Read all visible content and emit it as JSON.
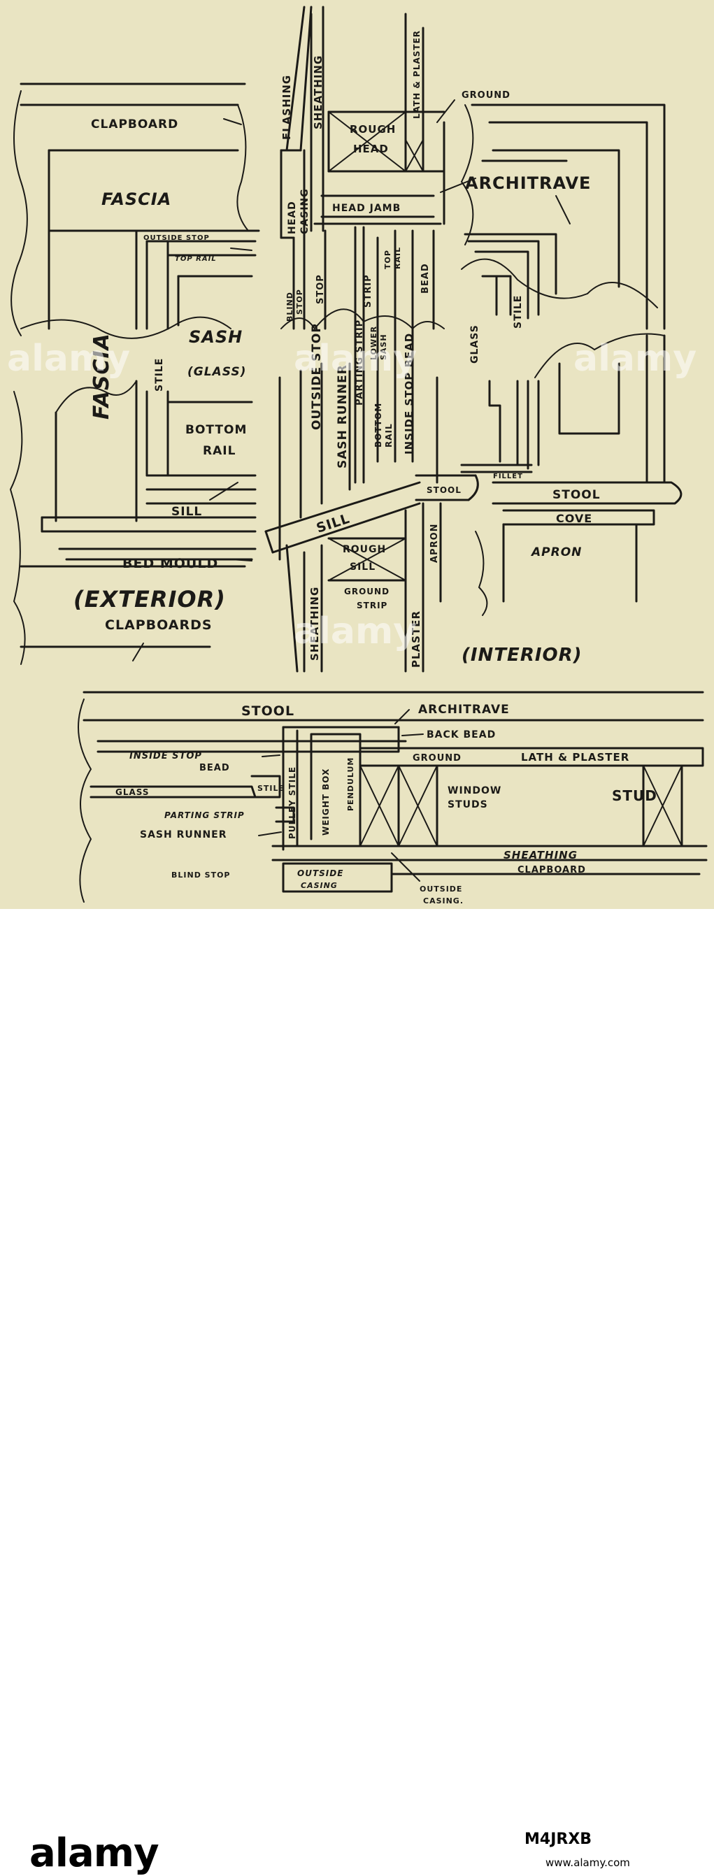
{
  "exterior_elevation": {
    "clapboard": "CLAPBOARD",
    "fascia": "FASCIA",
    "outside_stop": "OUTSIDE STOP",
    "top_rail": "TOP RAIL",
    "fascia_side": "FASCIA",
    "stile": "STILE",
    "sash": "SASH",
    "glass": "(GLASS)",
    "bottom_rail_1": "BOTTOM",
    "bottom_rail_2": "RAIL",
    "sill": "SILL",
    "bed_mould": "BED MOULD",
    "caption": "(EXTERIOR)",
    "clapboards": "CLAPBOARDS"
  },
  "vertical_section": {
    "flashing": "FLASHING",
    "sheathing": "SHEATHING",
    "lath_plaster": "LATH & PLASTER",
    "rough_head_1": "ROUGH",
    "rough_head_2": "HEAD",
    "head_casing_1": "HEAD",
    "head_casing_2": "CASING",
    "head_jamb": "HEAD JAMB",
    "blind_stop_1": "BLIND",
    "blind_stop_2": "STOP",
    "stop": "STOP",
    "parting_strip": "STRIP",
    "top_rail_1": "TOP",
    "top_rail_2": "RAIL",
    "bead": "BEAD",
    "outside_stop": "OUTSIDE STOP",
    "sash_runner": "SASH RUNNER",
    "parting_strip_full": "PARTING STRIP",
    "lower_sash_1": "LOWER",
    "lower_sash_2": "SASH",
    "bottom_rail_1": "BOTTOM",
    "bottom_rail_2": "RAIL",
    "inside_stop_bead": "INSIDE STOP BEAD",
    "stool": "STOOL",
    "sill": "SILL",
    "rough_sill_1": "ROUGH",
    "rough_sill_2": "SILL",
    "apron": "APRON",
    "ground_strip_1": "GROUND",
    "ground_strip_2": "STRIP",
    "sheathing_lower": "SHEATHING",
    "plaster": "PLASTER"
  },
  "interior_elevation": {
    "ground": "GROUND",
    "architrave": "ARCHITRAVE",
    "glass": "GLASS",
    "stile": "STILE",
    "fillet": "FILLET",
    "stool": "STOOL",
    "cove": "COVE",
    "apron": "APRON",
    "caption": "(INTERIOR)"
  },
  "plan_section": {
    "stool": "STOOL",
    "architrave": "ARCHITRAVE",
    "back_bead": "BACK BEAD",
    "inside_stop_bead_1": "INSIDE STOP",
    "inside_stop_bead_2": "BEAD",
    "pulley_stile": "PULLEY STILE",
    "weight_box": "WEIGHT BOX",
    "pendulum": "PENDULUM",
    "ground": "GROUND",
    "lath_plaster": "LATH & PLASTER",
    "glass": "GLASS",
    "stile": "STILE",
    "window_studs_1": "WINDOW",
    "window_studs_2": "STUDS",
    "stud": "STUD",
    "parting_strip": "PARTING STRIP",
    "sash_runner": "SASH RUNNER",
    "sheathing": "SHEATHING",
    "clapboard": "CLAPBOARD",
    "blind_stop": "BLIND STOP",
    "outside_casing_1": "OUTSIDE",
    "outside_casing_2": "CASING",
    "outside_casing_label_1": "OUTSIDE",
    "outside_casing_label_2": "CASING."
  },
  "watermark": {
    "text": "alamy"
  },
  "footer": {
    "brand": "alamy",
    "image_id": "M4JRXB",
    "site": "www.alamy.com"
  }
}
